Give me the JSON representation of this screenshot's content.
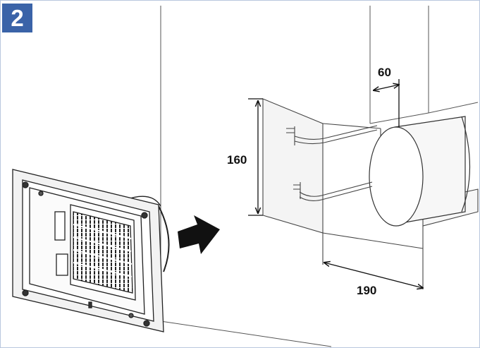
{
  "step": {
    "number": "2",
    "color": "#3a63a8"
  },
  "dimensions": {
    "width_top": "60",
    "height": "160",
    "width_bottom": "190"
  },
  "icons": [
    "arrow-right-icon",
    "fan-unit",
    "duct-pipe",
    "power-cable"
  ]
}
